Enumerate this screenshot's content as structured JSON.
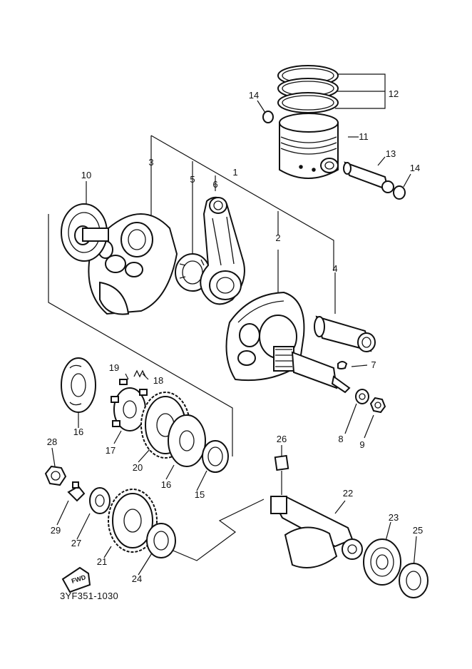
{
  "diagram": {
    "code": "3YF351-1030",
    "fwd": "FWD",
    "labels": [
      "1",
      "2",
      "3",
      "4",
      "5",
      "6",
      "7",
      "8",
      "9",
      "10",
      "11",
      "12",
      "13",
      "14",
      "14",
      "15",
      "16",
      "16",
      "17",
      "18",
      "19",
      "20",
      "21",
      "22",
      "23",
      "24",
      "25",
      "26",
      "27",
      "28",
      "29"
    ]
  }
}
